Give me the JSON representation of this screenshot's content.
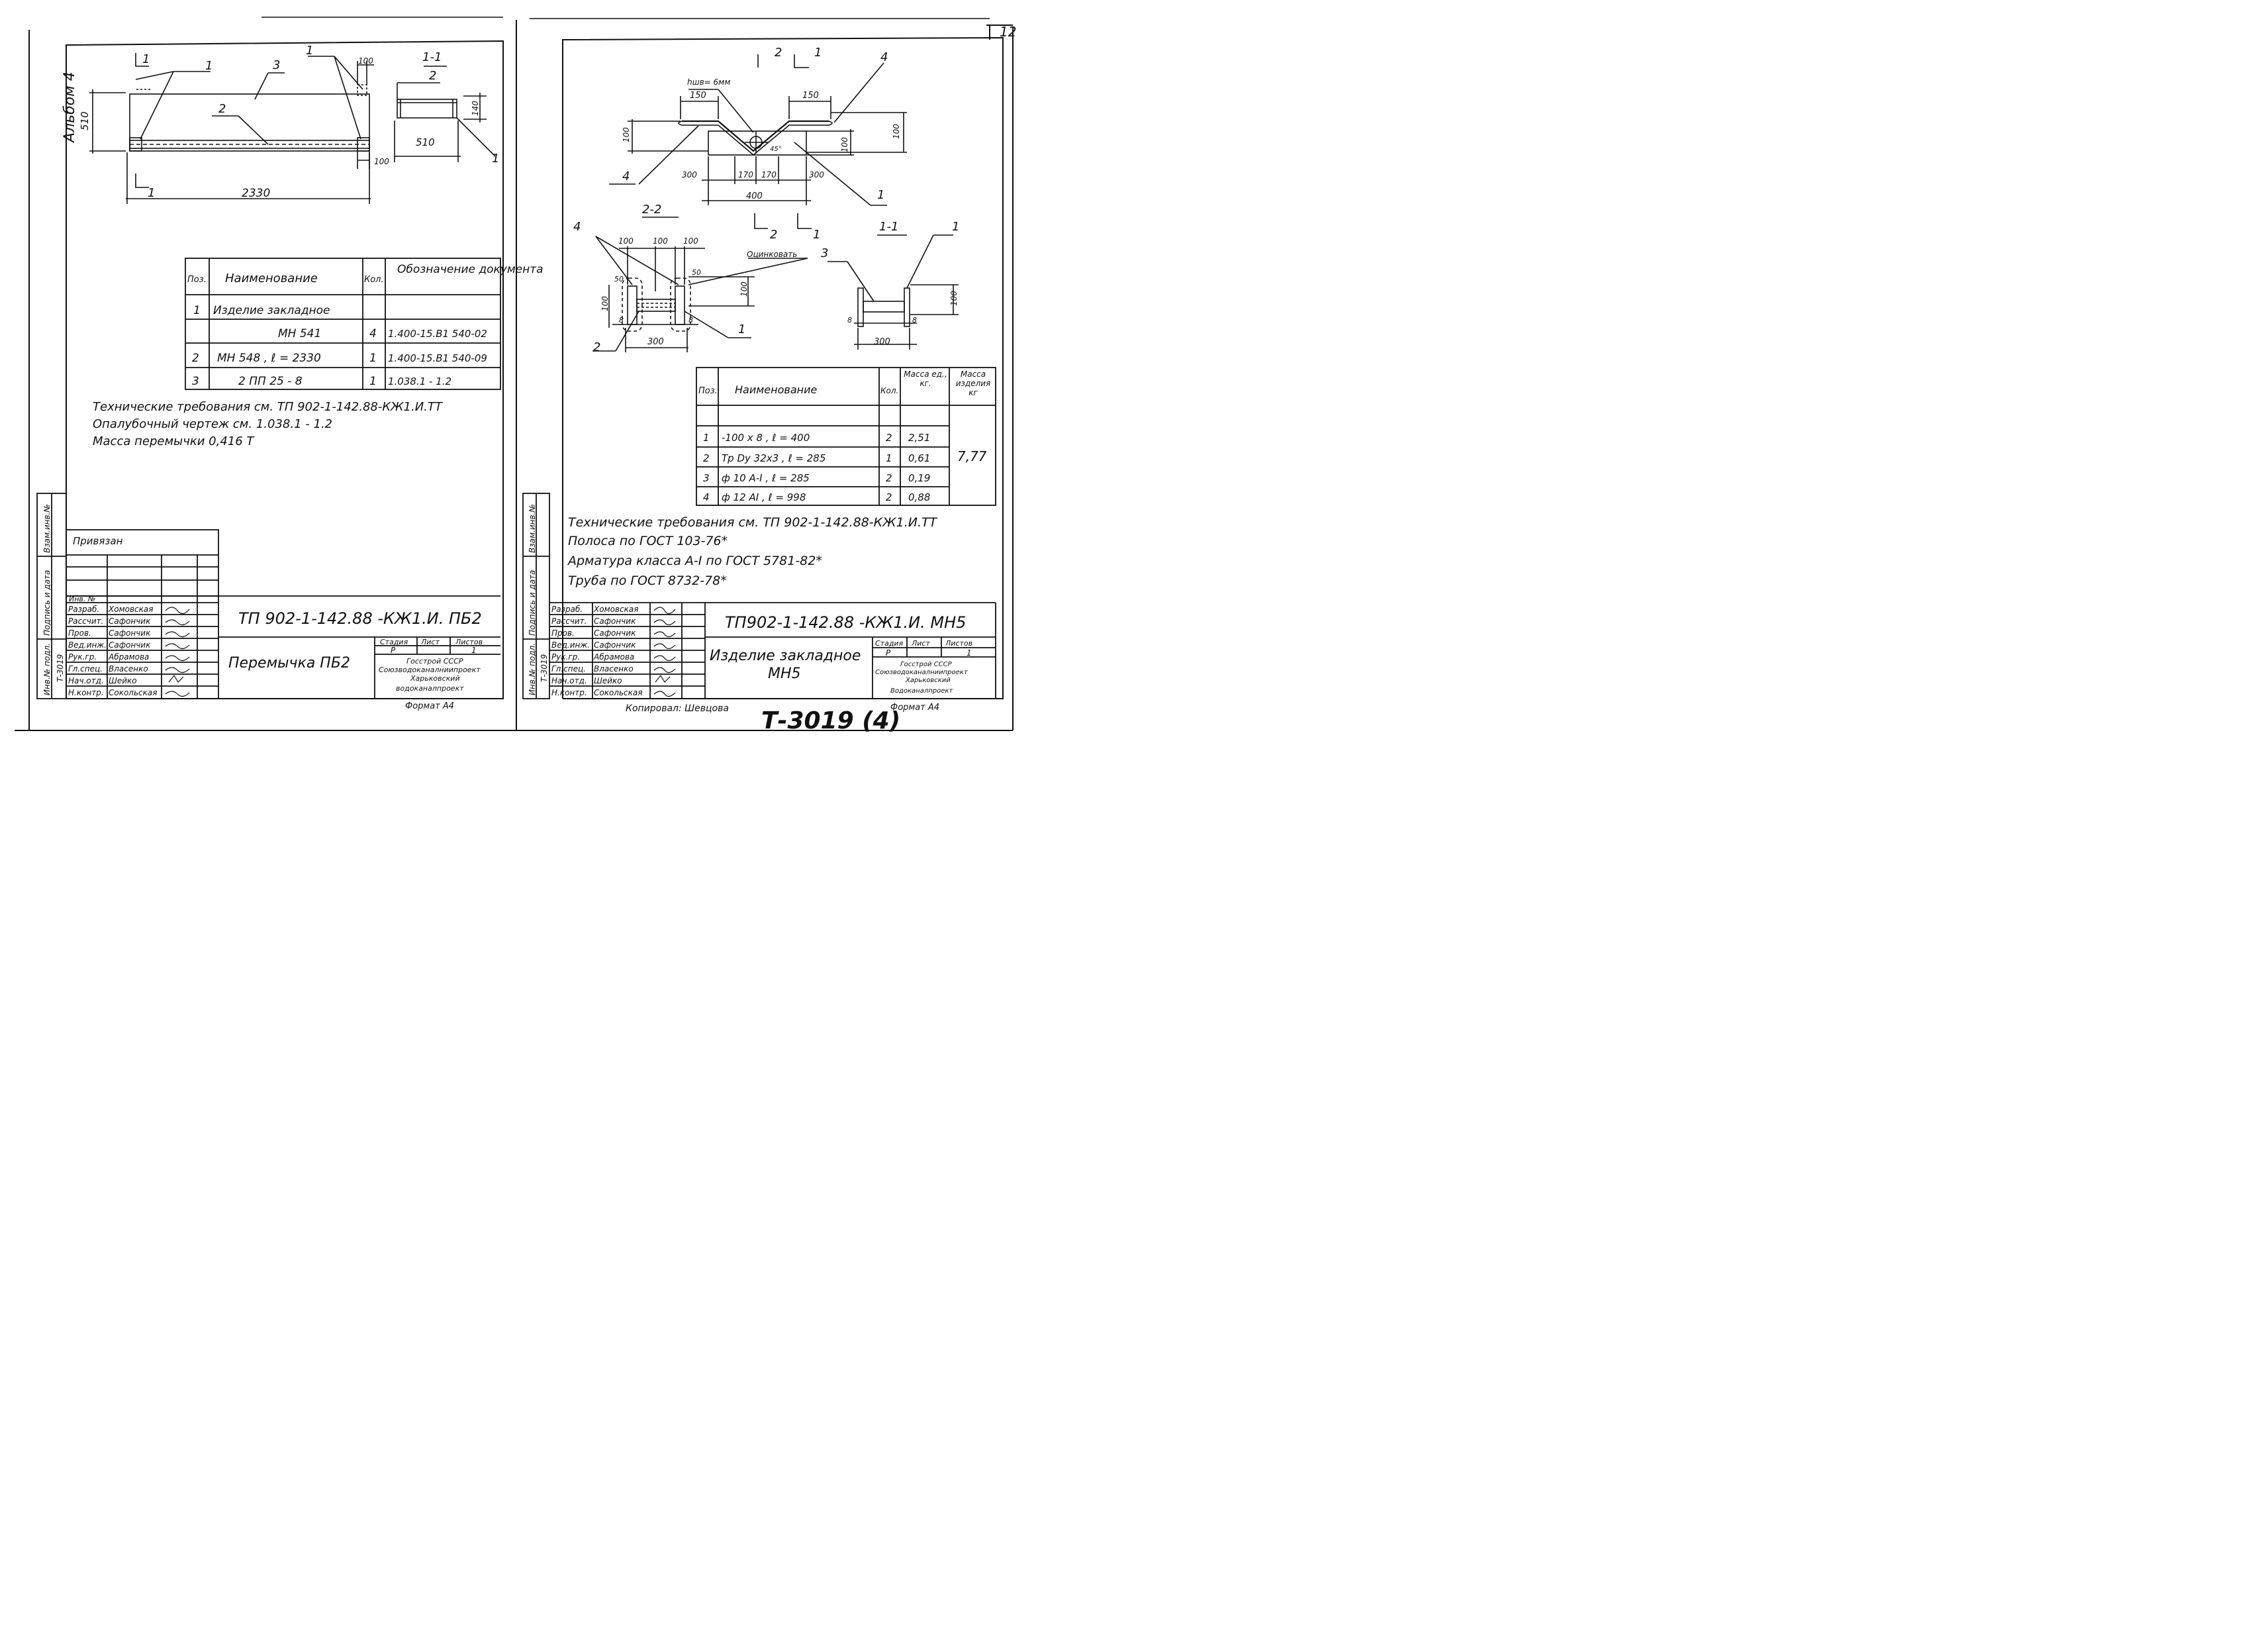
{
  "page_number": "12",
  "stamp": "Т-3019 (4)",
  "album": "Альбом 4",
  "left": {
    "drawing": {
      "sec_mark": "1",
      "sec_title": "1-1",
      "dim_2330": "2330",
      "dim_510": "510",
      "dim_100_top": "100",
      "dim_100_bot": "100",
      "dim_140": "140",
      "dim_510_sec": "510",
      "pos1": "1",
      "pos1b": "1",
      "pos2": "2",
      "pos3": "3",
      "pos2_sec": "2",
      "pos1_sec": "1"
    },
    "spec": {
      "headers": [
        "Поз.",
        "Наименование",
        "Кол.",
        "Обозначение документа"
      ],
      "rows": [
        [
          "1",
          "Изделие закладное",
          "",
          ""
        ],
        [
          "",
          "МН 541",
          "4",
          "1.400-15.В1 540-02"
        ],
        [
          "2",
          "МН 548 , ℓ = 2330",
          "1",
          "1.400-15.В1 540-09"
        ],
        [
          "3",
          "2 ПП 25 - 8",
          "1",
          "1.038.1 - 1.2"
        ]
      ]
    },
    "notes": [
      "Технические требования см. ТП 902-1-142.88-КЖ1.И.ТТ",
      "Опалубочный чертеж см. 1.038.1 - 1.2",
      "Масса перемычки 0,416 Т"
    ],
    "privyazan": "Привязан",
    "inv_no": "Инв. №",
    "side_labels": [
      "Взам.инв.№",
      "Подпись и дата",
      "Инв.№ подл.",
      "Т-3019"
    ],
    "staff": [
      [
        "Разраб.",
        "Хомовская"
      ],
      [
        "Рассчит.",
        "Сафончик"
      ],
      [
        "Пров.",
        "Сафончик"
      ],
      [
        "Вед.инж.",
        "Сафончик"
      ],
      [
        "Рук.гр.",
        "Абрамова"
      ],
      [
        "Гл.спец.",
        "Власенко"
      ],
      [
        "Нач.отд.",
        "Шейко"
      ],
      [
        "Н.контр.",
        "Сокольская"
      ]
    ],
    "code": "ТП 902-1-142.88  -КЖ1.И. ПБ2",
    "title": "Перемычка ПБ2",
    "stage_h": "Стадия",
    "sheet_h": "Лист",
    "sheets_h": "Листов",
    "stage_v": "Р",
    "sheets_v": "1",
    "org": [
      "Госстрой СССР",
      "Союзводоканалниипроект",
      "Харьковский",
      "водоканалпроект"
    ],
    "format": "Формат А4"
  },
  "right": {
    "drawing": {
      "hshv": "hшв= 6мм",
      "d150a": "150",
      "d150b": "150",
      "d100a": "100",
      "d100b": "100",
      "d100c": "100",
      "d300a": "300",
      "d170a": "170",
      "d170b": "170",
      "d300b": "300",
      "d400": "400",
      "ang": "45°",
      "p4a": "4",
      "p4b": "4",
      "p1a": "1",
      "sec2": "2",
      "sec1": "1",
      "sec22": "2-2",
      "sec11": "1-1",
      "p4c": "4",
      "p2": "2",
      "p1b": "1",
      "p3": "3",
      "p1c": "1",
      "d100d": "100",
      "d100e": "100",
      "d100f": "100",
      "d50a": "50",
      "d50b": "50",
      "d100g": "100",
      "d100h": "100",
      "d8a": "8",
      "d8b": "8",
      "d300c": "300",
      "d8c": "8",
      "d8d": "8",
      "d300d": "300",
      "d100i": "100",
      "zinc": "Оцинковать"
    },
    "spec": {
      "headers": [
        "Поз.",
        "Наименование",
        "Кол.",
        "Масса ед., кг.",
        "Масса изделия кг"
      ],
      "rows": [
        [
          "1",
          "-100 x 8 , ℓ = 400",
          "2",
          "2,51"
        ],
        [
          "2",
          "Тр Dy 32x3 , ℓ = 285",
          "1",
          "0,61"
        ],
        [
          "3",
          "ф 10 А-I , ℓ = 285",
          "2",
          "0,19"
        ],
        [
          "4",
          "ф 12 АI , ℓ = 998",
          "2",
          "0,88"
        ]
      ],
      "total": "7,77"
    },
    "notes": [
      "Технические требования см. ТП 902-1-142.88-КЖ1.И.ТТ",
      "Полоса по ГОСТ 103-76*",
      "Арматура класса А-I по ГОСТ 5781-82*",
      "Труба по ГОСТ 8732-78*"
    ],
    "side_labels": [
      "Взам.инв.№",
      "Подпись и дата",
      "Инв.№ подл.",
      "Т-3019"
    ],
    "staff": [
      [
        "Разраб.",
        "Хомовская"
      ],
      [
        "Рассчит.",
        "Сафончик"
      ],
      [
        "Пров.",
        "Сафончик"
      ],
      [
        "Вед.инж.",
        "Сафончик"
      ],
      [
        "Рук.гр.",
        "Абрамова"
      ],
      [
        "Гл.спец.",
        "Власенко"
      ],
      [
        "Нач.отд.",
        "Шейко"
      ],
      [
        "Н.контр.",
        "Сокольская"
      ]
    ],
    "code": "ТП902-1-142.88  -КЖ1.И. МН5",
    "title1": "Изделие закладное",
    "title2": "МН5",
    "stage_h": "Стадия",
    "sheet_h": "Лист",
    "sheets_h": "Листов",
    "stage_v": "Р",
    "sheets_v": "1",
    "org": [
      "Госстрой СССР",
      "Союзводоканалниипроект",
      "Харьковский",
      "Водоканалпроект"
    ],
    "copied": "Копировал: Шевцова",
    "format": "Формат А4"
  }
}
